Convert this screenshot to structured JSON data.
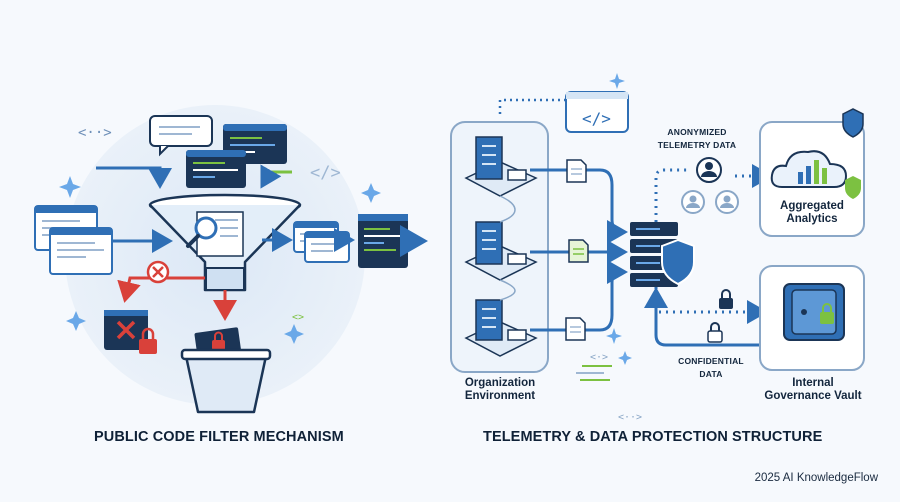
{
  "left_panel": {
    "title": "PUBLIC CODE FILTER MECHANISM"
  },
  "right_panel": {
    "title": "TELEMETRY & DATA PROTECTION STRUCTURE",
    "org_label_line1": "Organization",
    "org_label_line2": "Environment",
    "telemetry_label_line1": "ANONYMIZED",
    "telemetry_label_line2": "TELEMETRY DATA",
    "analytics_label_line1": "Aggregated",
    "analytics_label_line2": "Analytics",
    "confidential_label_line1": "CONFIDENTIAL",
    "confidential_label_line2": "DATA",
    "vault_label_line1": "Internal",
    "vault_label_line2": "Governance Vault"
  },
  "footer": {
    "credit": "2025 AI KnowledgeFlow"
  },
  "colors": {
    "navy": "#1b3556",
    "blue": "#2f6fb5",
    "light_blue": "#d5e5f5",
    "green": "#7cc141",
    "red": "#d9413a"
  }
}
